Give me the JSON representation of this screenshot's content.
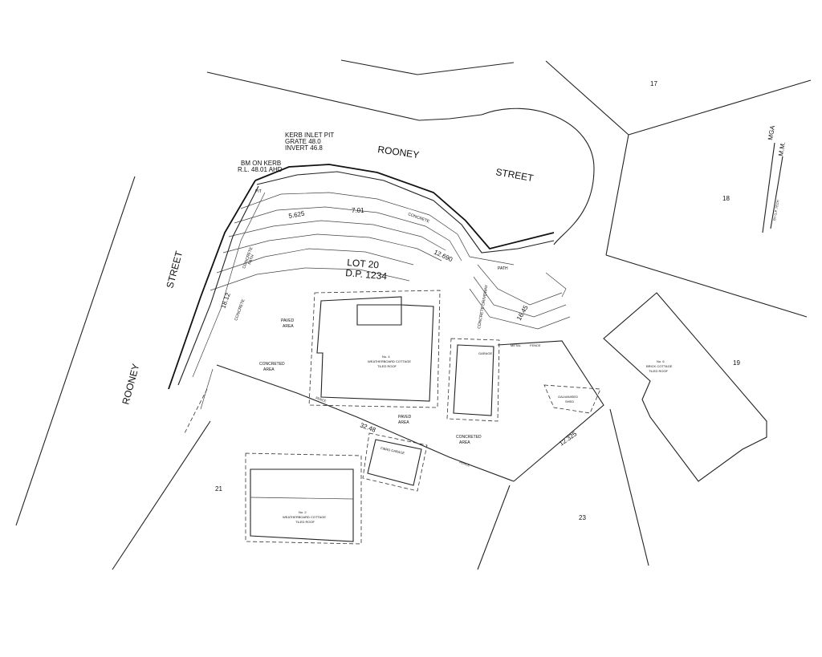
{
  "streets": {
    "rooney_top": "ROONEY",
    "street_top": "STREET",
    "street_left": "STREET",
    "rooney_left": "ROONEY"
  },
  "lots": {
    "n17": "17",
    "n18": "18",
    "n19": "19",
    "n21": "21",
    "n23": "23",
    "lot20": "LOT 20",
    "dp": "D.P. 1234"
  },
  "notes": {
    "kerb_pit_1": "KERB INLET PIT",
    "kerb_pit_2": "GRATE 48.0",
    "kerb_pit_3": "INVERT 46.8",
    "bm_1": "BM ON KERB",
    "bm_2": "R.L. 48.01 AHD",
    "pit": "PIT",
    "concrete_path": "CONCRETE",
    "path": "PATH",
    "concrete_driveway": "CONCRETE DRIVEWAY",
    "concrete_right": "CONCRETE",
    "path_right": "PATH",
    "paved_area_1a": "PAVED",
    "paved_area_1b": "AREA",
    "concreted_area_1a": "CONCRETED",
    "concreted_area_1b": "AREA",
    "paved_area_2a": "PAVED",
    "paved_area_2b": "AREA",
    "concreted_area_2a": "CONCRETED",
    "concreted_area_2b": "AREA",
    "house4_1": "No. 4",
    "house4_2": "WEATHERBOARD COTTAGE",
    "house4_3": "TILED ROOF",
    "house2_1": "No. 2",
    "house2_2": "WEATHERBOARD COTTAGE",
    "house2_3": "TILED ROOF",
    "house6_1": "No. 6",
    "house6_2": "BRICK COTTAGE",
    "house6_3": "TILED ROOF",
    "garage": "FIBRO GARAGE",
    "garage2": "GARAGE",
    "shed_1": "GALVANISED",
    "shed_2": "SHED",
    "metal_fence": "METAL",
    "fence": "FENCE",
    "fence_bottom": "FENCE",
    "mga": "MGA",
    "mm": "M.M.",
    "by_gps": "BY G.P. TECH"
  },
  "dimensions": {
    "d1": "5.625",
    "d2": "7.01",
    "d3": "12.690",
    "d4": "32.48",
    "d5": "12.325",
    "d6": "18.12",
    "d7": "16.45"
  }
}
